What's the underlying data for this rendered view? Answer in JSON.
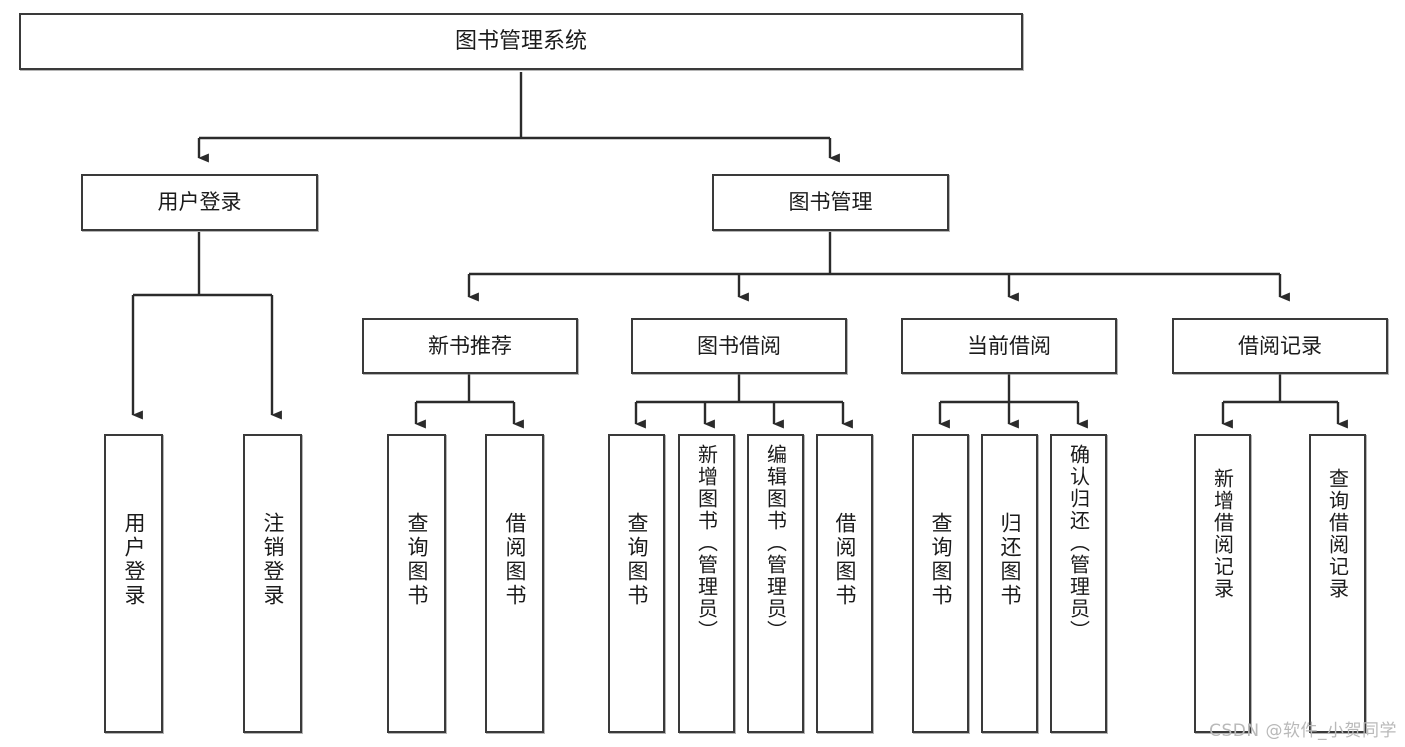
{
  "diagram": {
    "title": "图书管理系统",
    "type": "tree",
    "orientation": "top-down",
    "colors": {
      "node_border": "#3a3a3a",
      "node_fill": "#ffffff",
      "edge": "#2b2b2b",
      "text": "#1b1b1b",
      "watermark": "#b9b9b9"
    }
  },
  "nodes": {
    "root": {
      "label": "图书管理系统"
    },
    "level2": [
      {
        "id": "user-login",
        "label": "用户登录"
      },
      {
        "id": "book-manage",
        "label": "图书管理"
      }
    ],
    "level3": [
      {
        "id": "new-book-recommend",
        "label": "新书推荐"
      },
      {
        "id": "book-borrow",
        "label": "图书借阅"
      },
      {
        "id": "current-borrow",
        "label": "当前借阅"
      },
      {
        "id": "borrow-record",
        "label": "借阅记录"
      }
    ],
    "leaves": {
      "user-login": [
        {
          "id": "leaf-user-login",
          "label": "用户登录"
        },
        {
          "id": "leaf-logout-login",
          "label": "注销登录"
        }
      ],
      "new-book-recommend": [
        {
          "id": "leaf-query-book-1",
          "label": "查询图书"
        },
        {
          "id": "leaf-borrow-book-1",
          "label": "借阅图书"
        }
      ],
      "book-borrow": [
        {
          "id": "leaf-query-book-2",
          "label": "查询图书"
        },
        {
          "id": "leaf-add-book",
          "label": "新增图书（管理员）"
        },
        {
          "id": "leaf-edit-book",
          "label": "编辑图书（管理员）"
        },
        {
          "id": "leaf-borrow-book-2",
          "label": "借阅图书"
        }
      ],
      "current-borrow": [
        {
          "id": "leaf-query-book-3",
          "label": "查询图书"
        },
        {
          "id": "leaf-return-book",
          "label": "归还图书"
        },
        {
          "id": "leaf-confirm-return",
          "label": "确认归还（管理员）"
        }
      ],
      "borrow-record": [
        {
          "id": "leaf-add-record",
          "label": "新增借阅记录"
        },
        {
          "id": "leaf-query-record",
          "label": "查询借阅记录"
        }
      ]
    }
  },
  "watermark": {
    "text": "CSDN @软件_小贺同学"
  }
}
